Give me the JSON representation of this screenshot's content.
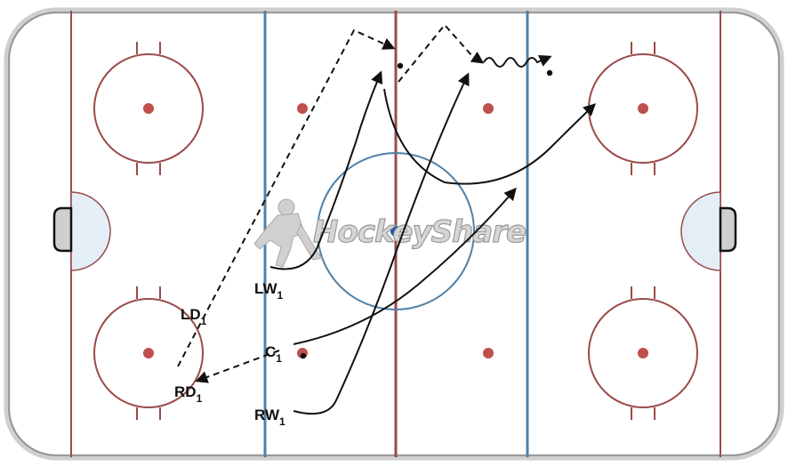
{
  "diagram": {
    "watermark": "HockeyShare",
    "colors": {
      "red_line": "#9b4a4a",
      "blue_line": "#4f81a8",
      "faceoff_dot": "#c0504d",
      "center_dot": "#1f5aa6",
      "crease_fill": "#e4eef6",
      "goal_fill": "#cfcfcf",
      "path": "#111111"
    },
    "players": [
      {
        "id": "LW",
        "label": "LW",
        "sub": "1"
      },
      {
        "id": "C",
        "label": "C",
        "sub": "1"
      },
      {
        "id": "RW",
        "label": "RW",
        "sub": "1"
      },
      {
        "id": "LD",
        "label": "LD",
        "sub": "1"
      },
      {
        "id": "RD",
        "label": "RD",
        "sub": "1"
      }
    ],
    "legend_semantics": {
      "solid_arrow": "skate",
      "dashed_arrow": "pass",
      "wavy_arrow": "skate with puck",
      "small_dot": "puck"
    }
  }
}
